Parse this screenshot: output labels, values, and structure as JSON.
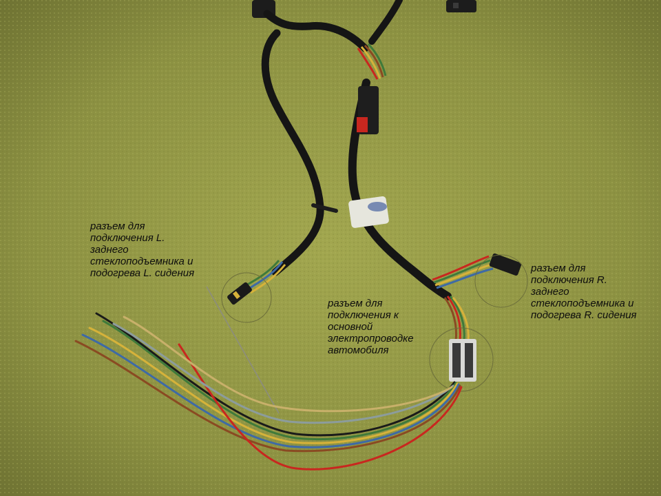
{
  "annotations": {
    "left_connector": "разъем для\nподключения L.\nзаднего\nстеклоподъемника и\nподогрева L. сидения",
    "main_connector": "разъем для\nподключения к\nосновной\nэлектропроводке\nавтомобиля",
    "right_connector": "разъем для\nподключения R.\nзаднего\nстеклоподъемника и\nподогрева R. сидения"
  },
  "colors": {
    "carpet": "#8f9444",
    "harness": "#151515",
    "wire_red": "#c8271f",
    "wire_brown": "#8a4a22",
    "wire_yellow": "#d6b23a",
    "wire_green": "#3f7a3a",
    "wire_blue": "#3e6aa6",
    "connector_white": "#d9d9d6"
  }
}
